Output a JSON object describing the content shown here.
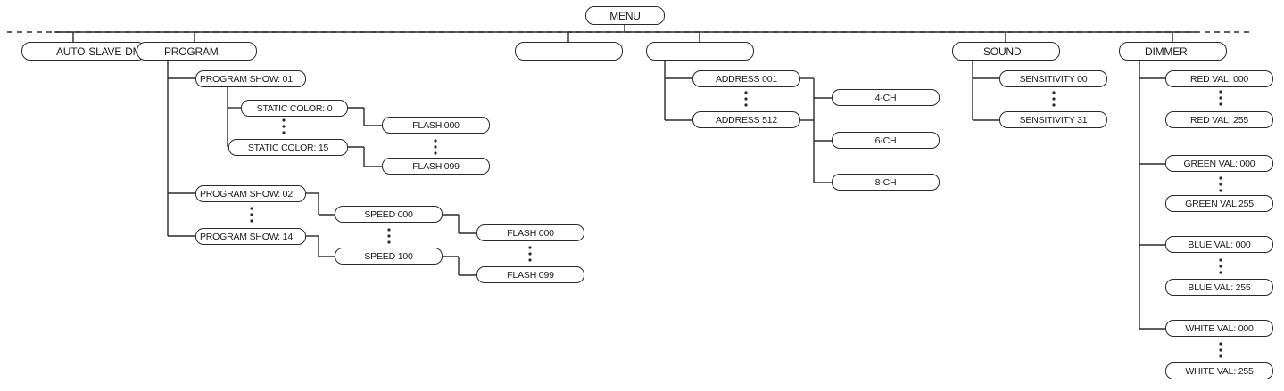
{
  "menu": "MENU",
  "top_items": {
    "auto": "AUTO",
    "slave": "SLAVE",
    "dmx": "DMX",
    "program": "PROGRAM",
    "blank1": "",
    "blank2": "",
    "sound": "SOUND",
    "dimmer": "DIMMER"
  },
  "program": {
    "show_01": "PROGRAM SHOW: 01",
    "static_color_0": "STATIC COLOR: 0",
    "static_color_15": "STATIC COLOR: 15",
    "flash_000_a": "FLASH 000",
    "flash_099_a": "FLASH 099",
    "show_02": "PROGRAM SHOW: 02",
    "show_14": "PROGRAM SHOW: 14",
    "speed_000": "SPEED 000",
    "speed_100": "SPEED 100",
    "flash_000_b": "FLASH 000",
    "flash_099_b": "FLASH 099"
  },
  "dmx": {
    "address_001": "ADDRESS 001",
    "address_512": "ADDRESS 512",
    "ch4": "4-CH",
    "ch6": "6-CH",
    "ch8": "8-CH"
  },
  "sound": {
    "sensitivity_00": "SENSITIVITY 00",
    "sensitivity_31": "SENSITIVITY 31"
  },
  "dimmer": {
    "red_000": "RED VAL: 000",
    "red_255": "RED VAL: 255",
    "green_000": "GREEN VAL: 000",
    "green_255": "GREEN VAL 255",
    "blue_000": "BLUE VAL: 000",
    "blue_255": "BLUE VAL: 255",
    "white_000": "WHITE VAL: 000",
    "white_255": "WHITE VAL: 255"
  }
}
